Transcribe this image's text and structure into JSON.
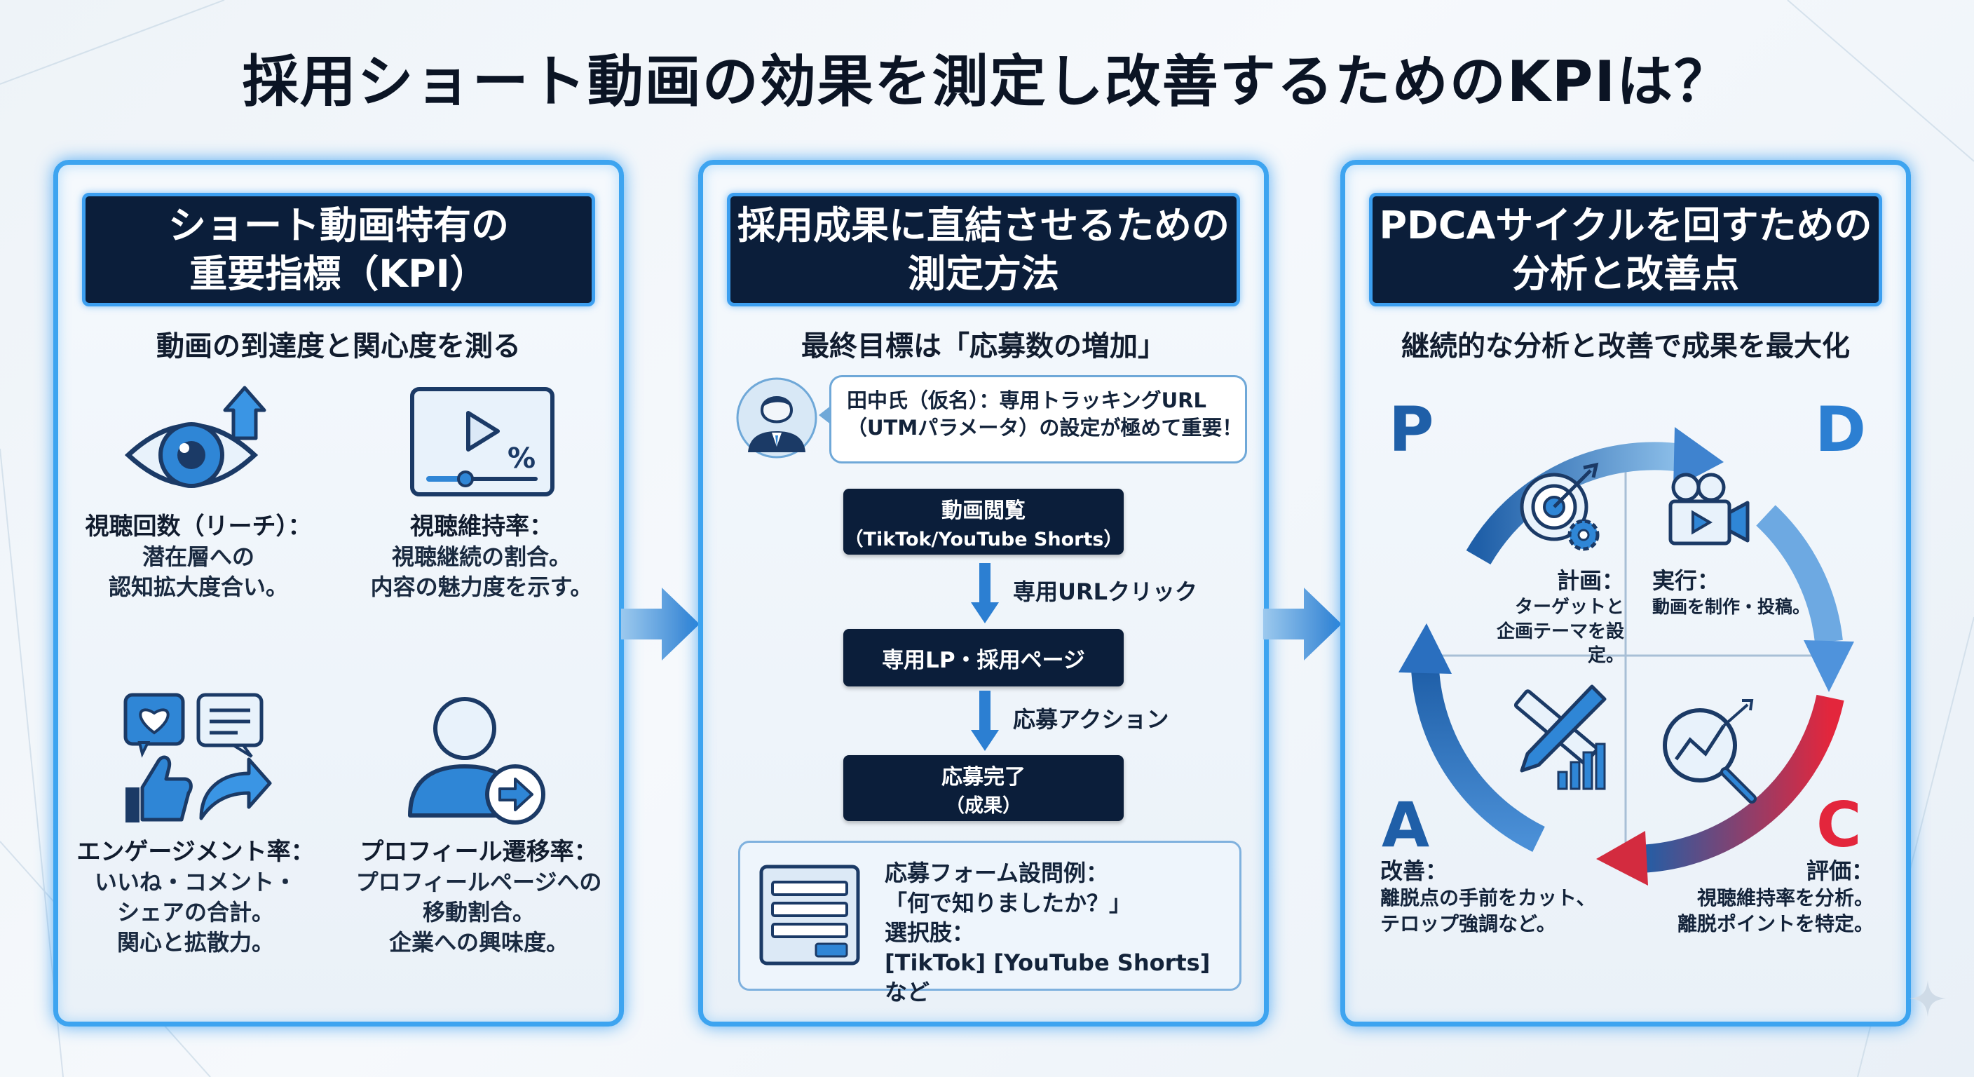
{
  "title": "採用ショート動画の効果を測定し改善するためのKPIは？",
  "panels": [
    {
      "header_line1": "ショート動画特有の",
      "header_line2": "重要指標（KPI）",
      "subtitle": "動画の到達度と関心度を測る",
      "kpis": [
        {
          "name": "視聴回数（リーチ）：",
          "desc1": "潜在層への",
          "desc2": "認知拡大度合い。",
          "desc3": "",
          "icon": "eye-arrow-icon"
        },
        {
          "name": "視聴維持率：",
          "desc1": "視聴継続の割合。",
          "desc2": "内容の魅力度を示す。",
          "desc3": "",
          "icon": "video-play-percent-icon"
        },
        {
          "name": "エンゲージメント率：",
          "desc1": "いいね・コメント・",
          "desc2": "シェアの合計。",
          "desc3": "関心と拡散力。",
          "icon": "engagement-icon"
        },
        {
          "name": "プロフィール遷移率：",
          "desc1": "プロフィールページへの",
          "desc2": "移動割合。",
          "desc3": "企業への興味度。",
          "icon": "profile-transition-icon"
        }
      ]
    },
    {
      "header_line1": "採用成果に直結させるための",
      "header_line2": "測定方法",
      "subtitle": "最終目標は「応募数の増加」",
      "bubble_line1": "田中氏（仮名）：専用トラッキングURL",
      "bubble_line2": "（UTMパラメータ）の設定が極めて重要！",
      "flow": [
        {
          "line1": "動画閲覧",
          "line2": "（TikTok/YouTube Shorts）"
        },
        {
          "line1": "専用LP・採用ページ",
          "line2": ""
        },
        {
          "line1": "応募完了",
          "line2": "（成果）"
        }
      ],
      "flow_labels": [
        "専用URLクリック",
        "応募アクション"
      ],
      "form_lines": [
        "応募フォーム設問例：",
        "「何で知りましたか？」",
        "選択肢：",
        "[TikTok] [YouTube Shorts] など"
      ]
    },
    {
      "header_line1": "PDCAサイクルを回すための",
      "header_line2": "分析と改善点",
      "subtitle": "継続的な分析と改善で成果を最大化",
      "letters": {
        "p": "P",
        "d": "D",
        "c": "C",
        "a": "A"
      },
      "plan": {
        "title": "計画：",
        "l1": "ターゲットと",
        "l2": "企画テーマを設定。"
      },
      "do": {
        "title": "実行：",
        "l1": "動画を制作・投稿。"
      },
      "check": {
        "title": "評価：",
        "l1": "視聴維持率を分析。",
        "l2": "離脱ポイントを特定。"
      },
      "act": {
        "title": "改善：",
        "l1": "離脱点の手前をカット、",
        "l2": "テロップ強調など。"
      }
    }
  ],
  "colors": {
    "accent": "#3da4f0",
    "navy": "#0b1e3a",
    "blue": "#1f5fa8",
    "red": "#e3263c"
  }
}
